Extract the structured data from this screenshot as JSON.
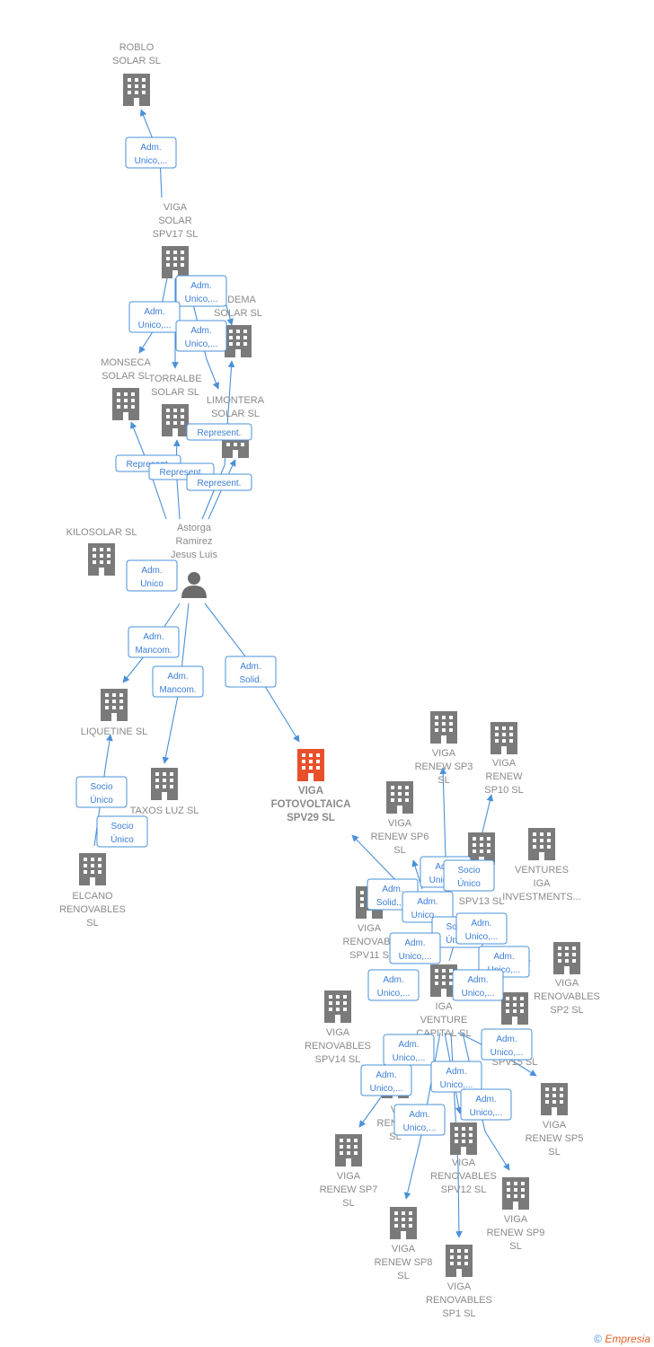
{
  "colors": {
    "edge": "#4a90d9",
    "company": "#7a7a7a",
    "focus": "#e8502b",
    "person": "#6b6b6b"
  },
  "nodes": [
    {
      "id": "roblo",
      "lines": [
        "ROBLO",
        "SOLAR  SL"
      ],
      "kind": "company"
    },
    {
      "id": "spv17",
      "lines": [
        "VIGA",
        "SOLAR",
        "SPV17  SL"
      ],
      "kind": "company"
    },
    {
      "id": "udema",
      "lines": [
        "UDEMA",
        "SOLAR  SL"
      ],
      "kind": "company"
    },
    {
      "id": "monseca",
      "lines": [
        "MONSECA",
        "SOLAR  SL"
      ],
      "kind": "company"
    },
    {
      "id": "torralbe",
      "lines": [
        "TORRALBE",
        "SOLAR  SL"
      ],
      "kind": "company"
    },
    {
      "id": "limontera",
      "lines": [
        "LIMONTERA",
        "SOLAR  SL"
      ],
      "kind": "company"
    },
    {
      "id": "kilosolar",
      "lines": [
        "KILOSOLAR  SL"
      ],
      "kind": "company"
    },
    {
      "id": "astorga",
      "lines": [
        "Astorga",
        "Ramirez",
        "Jesus Luis"
      ],
      "kind": "person"
    },
    {
      "id": "liquetine",
      "lines": [
        "LIQUETINE  SL"
      ],
      "kind": "company"
    },
    {
      "id": "taxos",
      "lines": [
        "TAXOS LUZ  SL"
      ],
      "kind": "company"
    },
    {
      "id": "elcano",
      "lines": [
        "ELCANO",
        "RENOVABLES",
        "SL"
      ],
      "kind": "company"
    },
    {
      "id": "spv29",
      "lines": [
        "VIGA",
        "FOTOVOLTAICA",
        "SPV29  SL"
      ],
      "kind": "focus"
    },
    {
      "id": "sp3",
      "lines": [
        "VIGA",
        "RENEW SP3",
        "SL"
      ],
      "kind": "company"
    },
    {
      "id": "sp10",
      "lines": [
        "VIGA",
        "RENEW",
        "SP10  SL"
      ],
      "kind": "company"
    },
    {
      "id": "sp6",
      "lines": [
        "VIGA",
        "RENEW SP6",
        "SL"
      ],
      "kind": "company"
    },
    {
      "id": "spv13",
      "lines": [
        "BLES",
        "SPV13  SL"
      ],
      "kind": "company"
    },
    {
      "id": "ventures",
      "lines": [
        "VENTURES",
        "IGA",
        "INVESTMENTS..."
      ],
      "kind": "company"
    },
    {
      "id": "spv11",
      "lines": [
        "VIGA",
        "RENOVABL",
        "SPV11  S"
      ],
      "kind": "company"
    },
    {
      "id": "sp2",
      "lines": [
        "VIGA",
        "RENOVABLES",
        "SP2  SL"
      ],
      "kind": "company"
    },
    {
      "id": "igavc",
      "lines": [
        "IGA",
        "VENTURE",
        "CAPITAL  SL"
      ],
      "kind": "company"
    },
    {
      "id": "spv14",
      "lines": [
        "VIGA",
        "RENOVABLES",
        "SPV14  SL"
      ],
      "kind": "company"
    },
    {
      "id": "spv15",
      "lines": [
        "LES",
        "SPV15  SL"
      ],
      "kind": "company"
    },
    {
      "id": "renewx",
      "lines": [
        "VI",
        "RENEW",
        "SL"
      ],
      "kind": "company"
    },
    {
      "id": "sp5",
      "lines": [
        "VIGA",
        "RENEW SP5",
        "SL"
      ],
      "kind": "company"
    },
    {
      "id": "sp7",
      "lines": [
        "VIGA",
        "RENEW SP7",
        "SL"
      ],
      "kind": "company"
    },
    {
      "id": "spv12",
      "lines": [
        "VIGA",
        "RENOVABLES",
        "SPV12  SL"
      ],
      "kind": "company"
    },
    {
      "id": "sp9",
      "lines": [
        "VIGA",
        "RENEW SP9",
        "SL"
      ],
      "kind": "company"
    },
    {
      "id": "sp8",
      "lines": [
        "VIGA",
        "RENEW SP8",
        "SL"
      ],
      "kind": "company"
    },
    {
      "id": "sp1",
      "lines": [
        "VIGA",
        "RENOVABLES",
        "SP1  SL"
      ],
      "kind": "company"
    }
  ],
  "edge_labels": [
    {
      "id": "l1",
      "lines": [
        "Adm.",
        "Unico,..."
      ]
    },
    {
      "id": "l2",
      "lines": [
        "Adm.",
        "Unico,..."
      ]
    },
    {
      "id": "l3",
      "lines": [
        "Adm.",
        "Unico,..."
      ]
    },
    {
      "id": "l4",
      "lines": [
        "Adm.",
        "Unico,..."
      ]
    },
    {
      "id": "l5",
      "lines": [
        "Represent."
      ]
    },
    {
      "id": "l6",
      "lines": [
        "Represent."
      ]
    },
    {
      "id": "l7",
      "lines": [
        "Represent."
      ]
    },
    {
      "id": "l8",
      "lines": [
        "Represent."
      ]
    },
    {
      "id": "l9",
      "lines": [
        "Adm.",
        "Unico"
      ]
    },
    {
      "id": "l10",
      "lines": [
        "Adm.",
        "Mancom."
      ]
    },
    {
      "id": "l11",
      "lines": [
        "Adm.",
        "Mancom."
      ]
    },
    {
      "id": "l12",
      "lines": [
        "Adm.",
        "Solid."
      ]
    },
    {
      "id": "l13",
      "lines": [
        "Socio",
        "Único"
      ]
    },
    {
      "id": "l14",
      "lines": [
        "Socio",
        "Único"
      ]
    },
    {
      "id": "l15",
      "lines": [
        "Adm.",
        "Unico,..."
      ]
    },
    {
      "id": "l16",
      "lines": [
        "Socio",
        "Único"
      ]
    },
    {
      "id": "l17",
      "lines": [
        "Adm.",
        "Solid.,..."
      ]
    },
    {
      "id": "l18",
      "lines": [
        "Adm.",
        "Unico,..."
      ]
    },
    {
      "id": "l19",
      "lines": [
        "Socio",
        "Único"
      ]
    },
    {
      "id": "l20",
      "lines": [
        "Adm.",
        "Unico,..."
      ]
    },
    {
      "id": "l21",
      "lines": [
        "Adm.",
        "Unico,..."
      ]
    },
    {
      "id": "l22",
      "lines": [
        "Adm.",
        "Unico,..."
      ]
    },
    {
      "id": "l23",
      "lines": [
        "Adm.",
        "Unico,..."
      ]
    },
    {
      "id": "l24",
      "lines": [
        "Adm.",
        "Unico,..."
      ]
    },
    {
      "id": "l25",
      "lines": [
        "Adm.",
        "Unico,..."
      ]
    },
    {
      "id": "l26",
      "lines": [
        "Adm.",
        "Unico,..."
      ]
    },
    {
      "id": "l27",
      "lines": [
        "Adm.",
        "Unico,..."
      ]
    },
    {
      "id": "l28",
      "lines": [
        "Adm.",
        "Unico,..."
      ]
    },
    {
      "id": "l29",
      "lines": [
        "Adm.",
        "Unico,..."
      ]
    },
    {
      "id": "l30",
      "lines": [
        "Adm.",
        "Unico,..."
      ]
    }
  ],
  "footer": {
    "copyright": "©",
    "brand": "Empresia"
  }
}
